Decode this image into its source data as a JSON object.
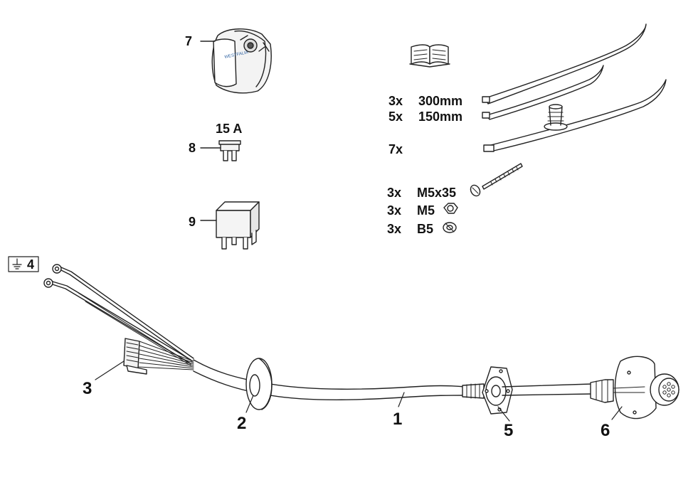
{
  "parts": [
    {
      "id": "7",
      "name": "socket",
      "number": "7",
      "brand": "WESTFALIA"
    },
    {
      "id": "8",
      "name": "fuse",
      "number": "8",
      "rating": "15 A"
    },
    {
      "id": "9",
      "name": "relay",
      "number": "9"
    },
    {
      "id": "4",
      "name": "ground-eyelets",
      "number": "4"
    },
    {
      "id": "3",
      "name": "connector",
      "number": "3"
    },
    {
      "id": "2",
      "name": "grommet",
      "number": "2"
    },
    {
      "id": "1",
      "name": "main-cable",
      "number": "1"
    },
    {
      "id": "5",
      "name": "grommet-flange",
      "number": "5"
    },
    {
      "id": "6",
      "name": "socket-plate",
      "number": "6"
    }
  ],
  "accessories": [
    {
      "qty": "3x",
      "size": "300mm"
    },
    {
      "qty": "5x",
      "size": "150mm"
    },
    {
      "qty": "7x",
      "size": ""
    },
    {
      "qty": "3x",
      "size": "M5x35"
    },
    {
      "qty": "3x",
      "size": "M5"
    },
    {
      "qty": "3x",
      "size": "B5"
    }
  ],
  "ground_symbol": "⏚"
}
